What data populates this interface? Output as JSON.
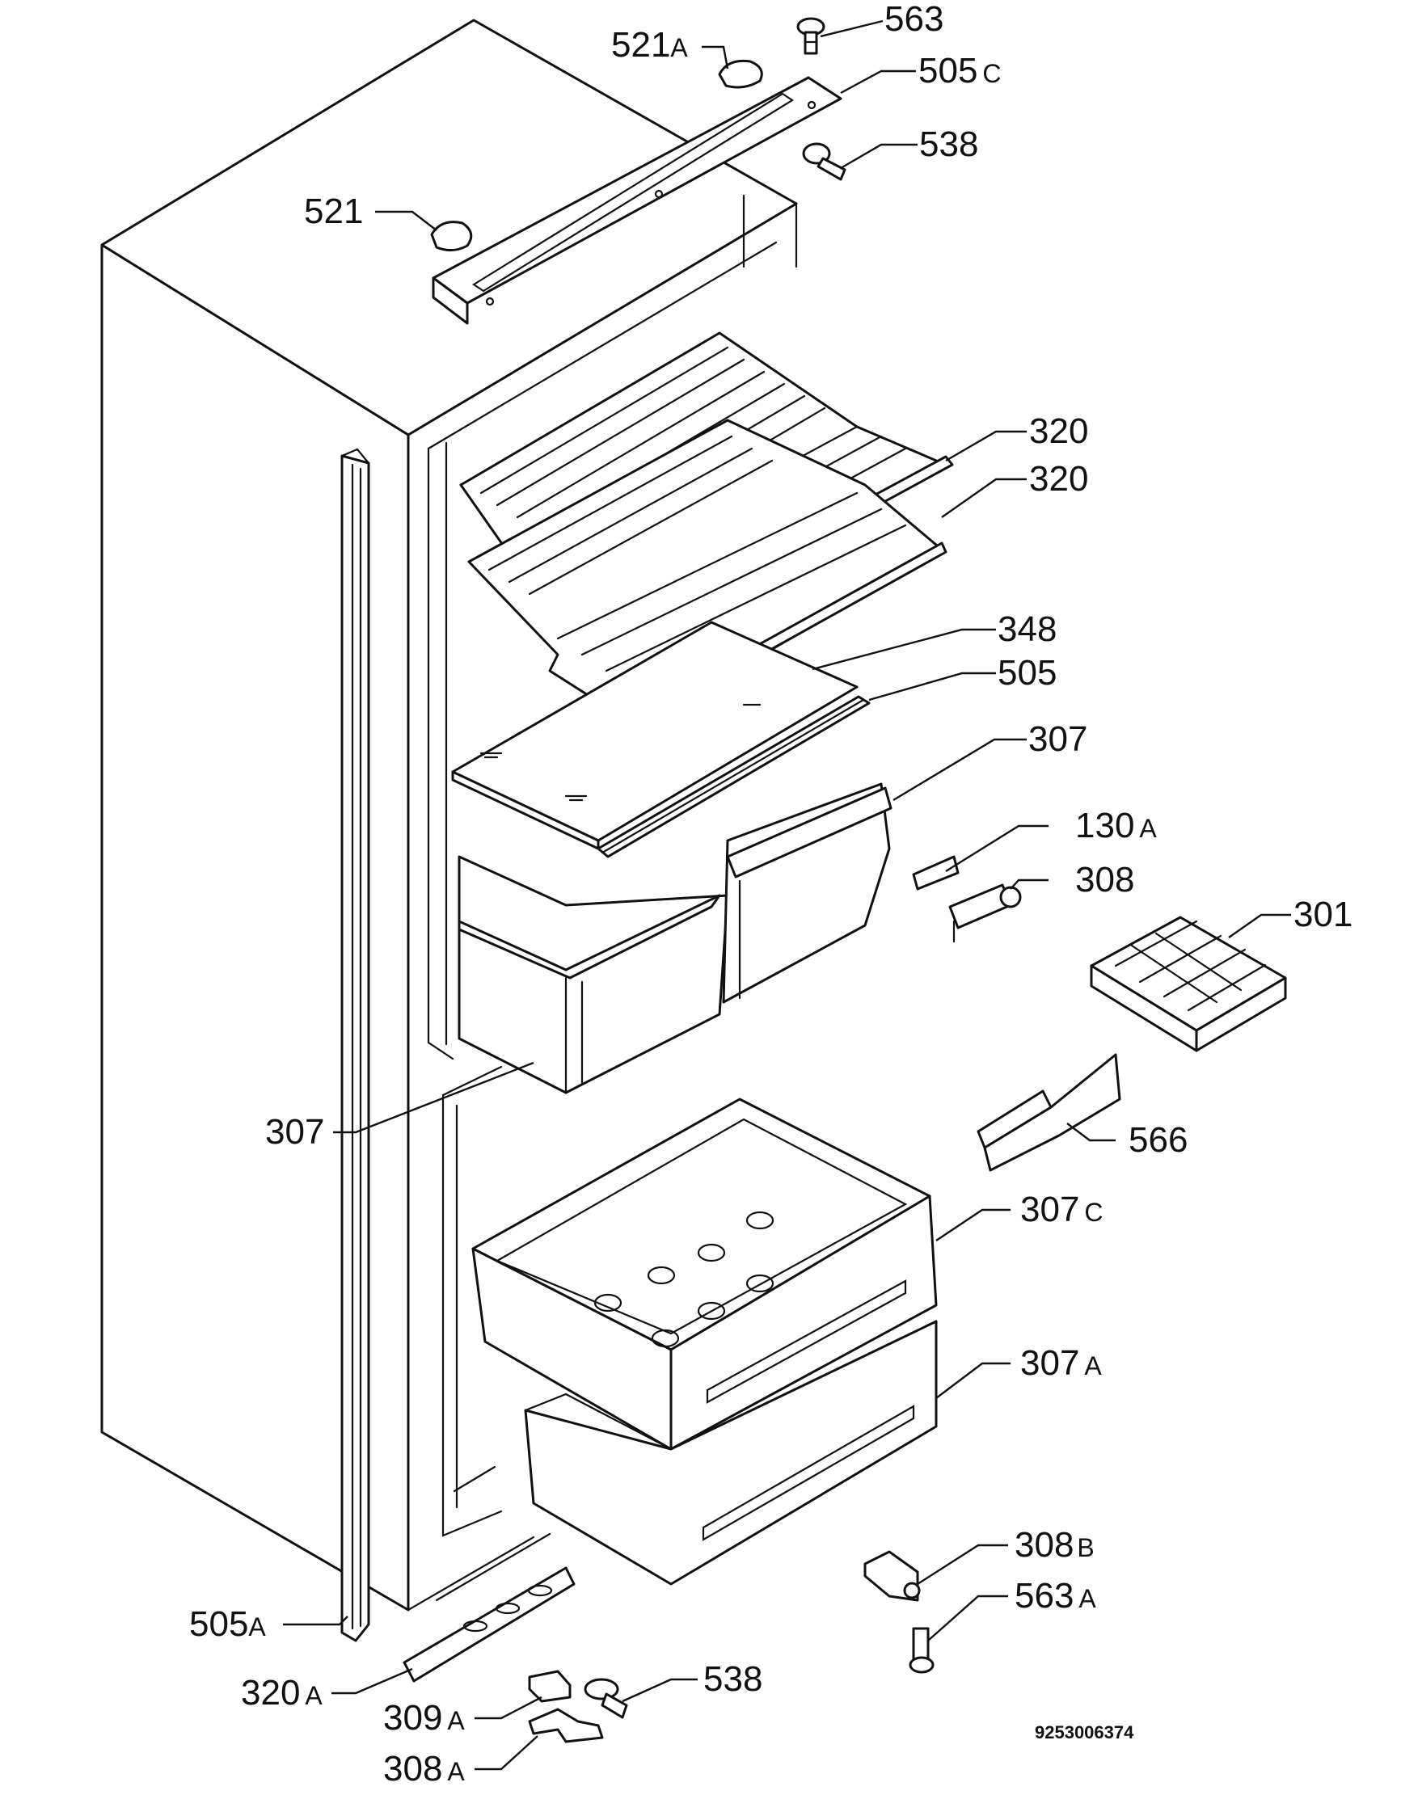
{
  "labels": {
    "p563_top": {
      "num": "563",
      "suffix": ""
    },
    "p521A": {
      "num": "521",
      "suffix": "A"
    },
    "p505C": {
      "num": "505",
      "suffix": "C"
    },
    "p538_top": {
      "num": "538",
      "suffix": ""
    },
    "p521": {
      "num": "521",
      "suffix": ""
    },
    "p320_a": {
      "num": "320",
      "suffix": ""
    },
    "p320_b": {
      "num": "320",
      "suffix": ""
    },
    "p348": {
      "num": "348",
      "suffix": ""
    },
    "p505": {
      "num": "505",
      "suffix": ""
    },
    "p307_r": {
      "num": "307",
      "suffix": ""
    },
    "p130A": {
      "num": "130",
      "suffix": "A"
    },
    "p308": {
      "num": "308",
      "suffix": ""
    },
    "p301": {
      "num": "301",
      "suffix": ""
    },
    "p307_l": {
      "num": "307",
      "suffix": ""
    },
    "p566": {
      "num": "566",
      "suffix": ""
    },
    "p307C": {
      "num": "307",
      "suffix": "C"
    },
    "p307A": {
      "num": "307",
      "suffix": "A"
    },
    "p308B": {
      "num": "308",
      "suffix": "B"
    },
    "p563A": {
      "num": "563",
      "suffix": "A"
    },
    "p505A": {
      "num": "505",
      "suffix": "A"
    },
    "p320A": {
      "num": "320",
      "suffix": "A"
    },
    "p538_bot": {
      "num": "538",
      "suffix": ""
    },
    "p309A": {
      "num": "309",
      "suffix": "A"
    },
    "p308A": {
      "num": "308",
      "suffix": "A"
    }
  },
  "drawing_code": "9253006374"
}
